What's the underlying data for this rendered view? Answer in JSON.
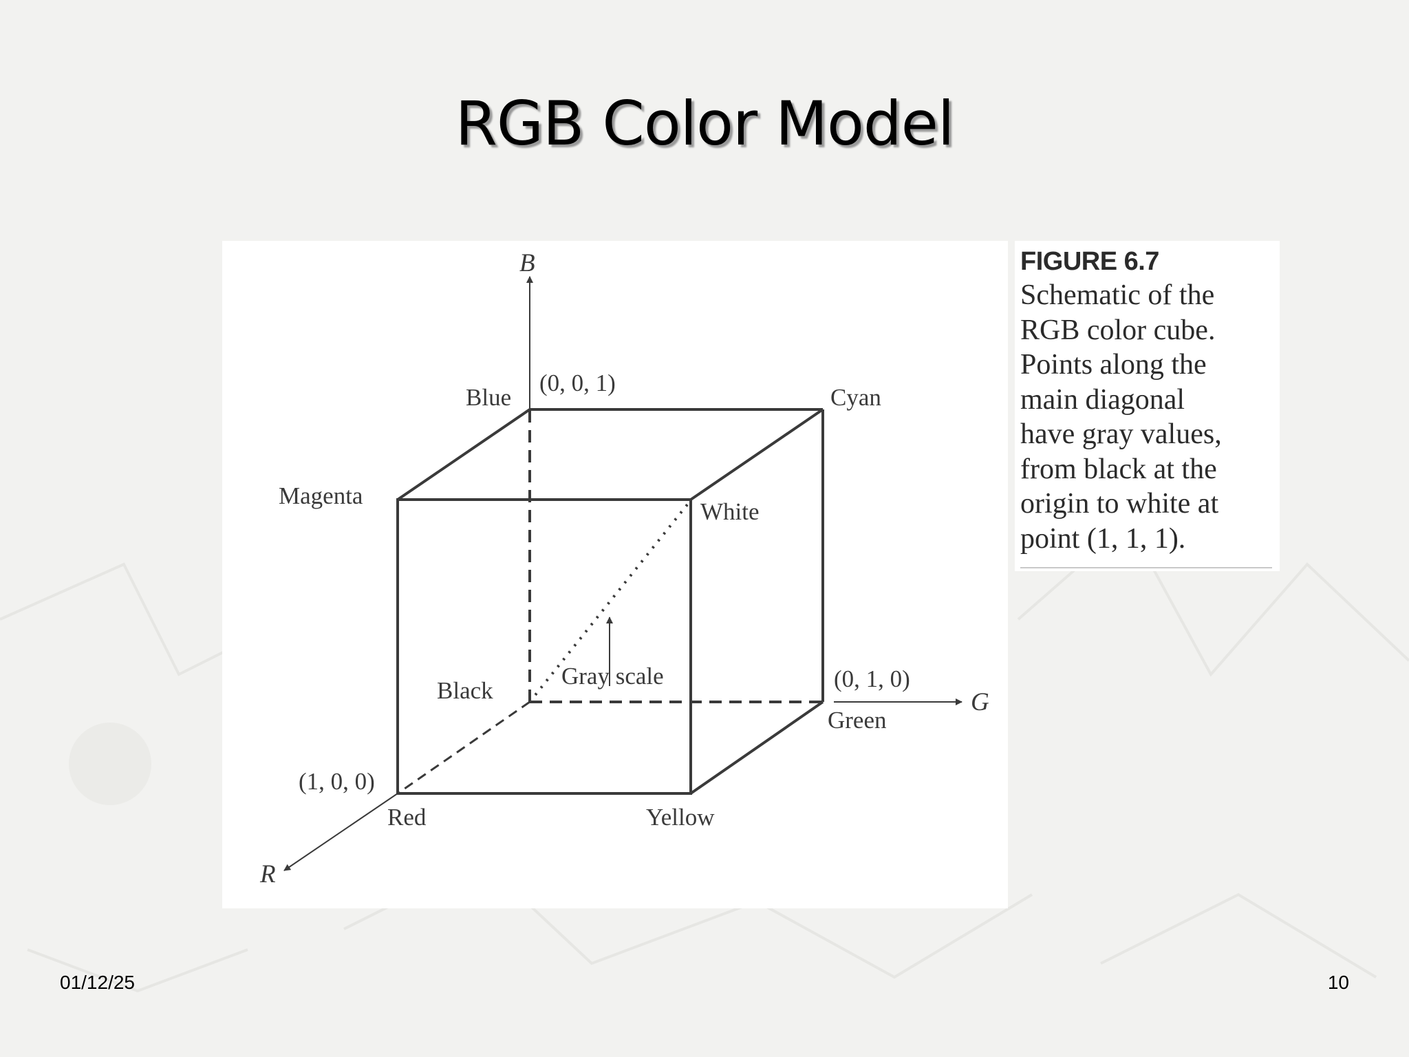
{
  "slide": {
    "title": "RGB Color Model",
    "date": "01/12/25",
    "page_number": "10"
  },
  "diagram": {
    "axes": {
      "b": "B",
      "g": "G",
      "r": "R"
    },
    "vertices": {
      "blue": "Blue",
      "blue_coord": "(0, 0, 1)",
      "cyan": "Cyan",
      "magenta": "Magenta",
      "white": "White",
      "black": "Black",
      "green": "Green",
      "green_coord": "(0, 1, 0)",
      "red": "Red",
      "red_coord": "(1, 0, 0)",
      "yellow": "Yellow"
    },
    "gray_scale_label": "Gray scale"
  },
  "caption": {
    "figure_number": "FIGURE 6.7",
    "lines": [
      "Schematic of the",
      "RGB color cube.",
      "Points along the",
      "main diagonal",
      "have gray values,",
      "from black at the",
      "origin to white at",
      "point (1, 1, 1)."
    ]
  },
  "colors": {
    "background": "#f2f2f0",
    "line": "#3a3a3a",
    "text": "#000000"
  }
}
